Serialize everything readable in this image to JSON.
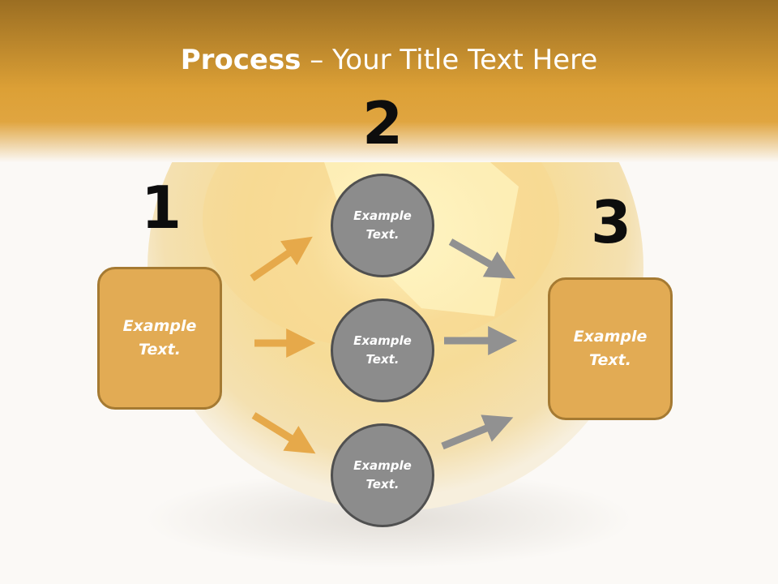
{
  "slide": {
    "title_bold": "Process",
    "title_rest": " – Your Title Text Here"
  },
  "steps": {
    "step1_number": "1",
    "step2_number": "2",
    "step3_number": "3"
  },
  "left_box": {
    "label": "Example\nText."
  },
  "right_box": {
    "label": "Example\nText."
  },
  "circles": [
    {
      "label": "Example\nText."
    },
    {
      "label": "Example\nText."
    },
    {
      "label": "Example\nText."
    }
  ],
  "colors": {
    "header_orange": "#dc9c32",
    "box_fill": "#e2ab54",
    "box_border": "#a57a32",
    "circle_fill": "#8c8c8c",
    "circle_border": "#505050",
    "arrow_orange": "#e6a94a",
    "arrow_gray": "#919191"
  }
}
